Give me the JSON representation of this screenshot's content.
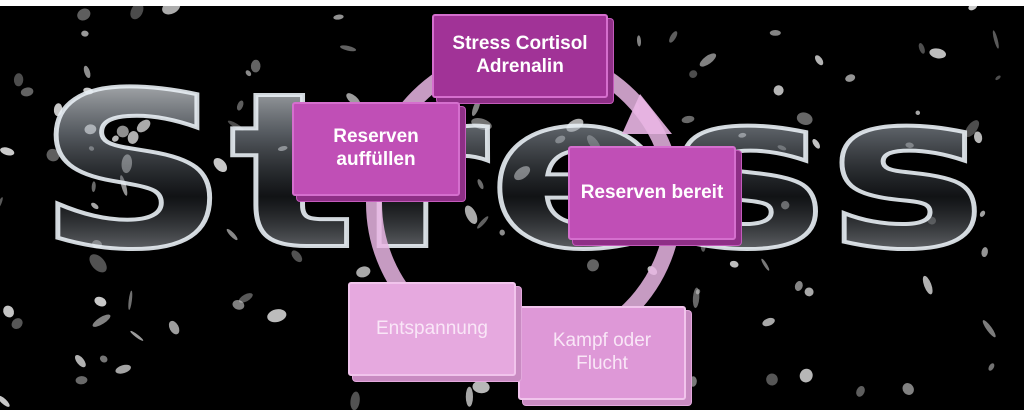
{
  "background_word": "Stress",
  "colors": {
    "background": "#000000",
    "ring": "#e9b6e4",
    "box_dark": "#a13397",
    "box_mid": "#c04fb6",
    "box_light": "#e6a9df"
  },
  "cycle": {
    "steps": [
      {
        "label": "Stress Cortisol Adrenalin"
      },
      {
        "label": "Reserven bereit"
      },
      {
        "label": "Kampf oder Flucht"
      },
      {
        "label": "Entspannung"
      },
      {
        "label": "Reserven auffüllen"
      }
    ]
  }
}
